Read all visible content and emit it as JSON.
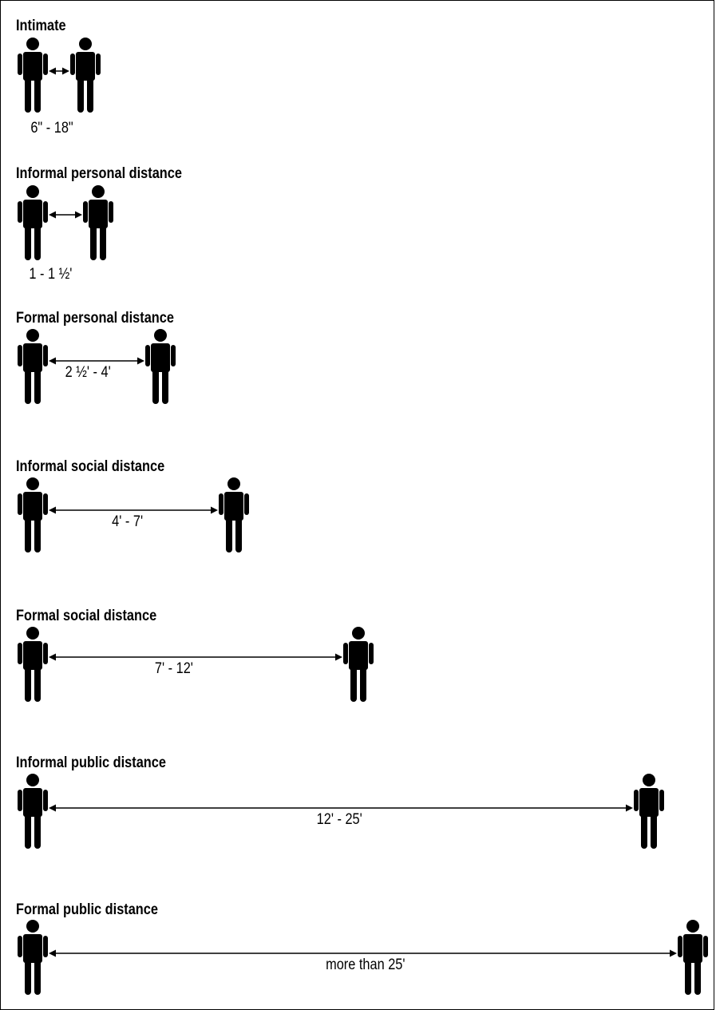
{
  "colors": {
    "ink": "#000000",
    "background": "#ffffff"
  },
  "icons": {
    "person": "person-icon",
    "arrow": "double-headed-arrow"
  },
  "sections": [
    {
      "title": "Intimate",
      "label": "6\" - 18\""
    },
    {
      "title": "Informal personal distance",
      "label": "1 - 1 ½'"
    },
    {
      "title": "Formal personal distance",
      "label": "2 ½' - 4'"
    },
    {
      "title": "Informal social distance",
      "label": "4' - 7'"
    },
    {
      "title": "Formal social distance",
      "label": "7' - 12'"
    },
    {
      "title": "Informal public distance",
      "label": "12' - 25'"
    },
    {
      "title": "Formal public distance",
      "label": "more than 25'"
    }
  ]
}
